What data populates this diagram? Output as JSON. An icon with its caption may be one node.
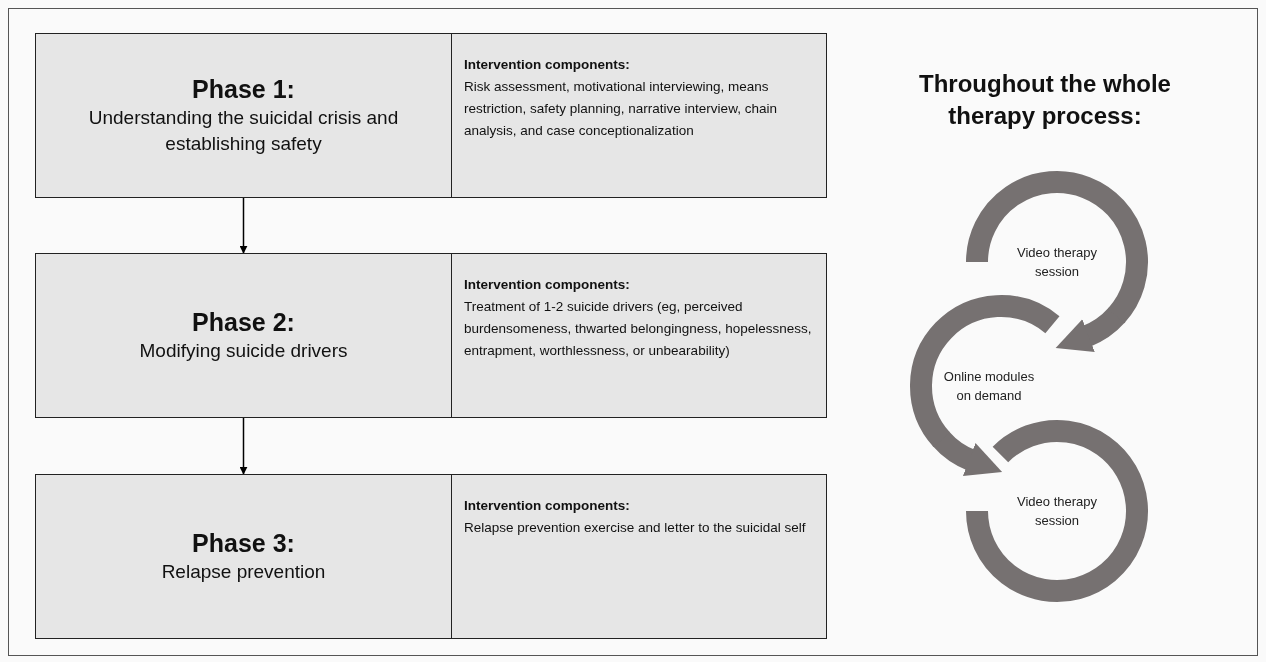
{
  "diagram": {
    "nodes": [
      {
        "text": [
          "Phase 1:",
          "Understanding the suicidal crisis and establishing safety"
        ]
      },
      {
        "text": [
          "Intervention components:",
          "Risk assessment, motivational interviewing, means restriction, safety planning, narrative interview, chain analysis, and case conceptionalization"
        ]
      },
      {
        "text": [
          "Phase 2:",
          "Modifying suicide drivers"
        ]
      },
      {
        "text": [
          "Intervention components:",
          "Treatment of 1-2 suicide drivers (eg, perceived burdensomeness, thwarted belongingness, hopelessness, entrapment, worthlessness, or unbearability)"
        ]
      },
      {
        "text": [
          "Phase 3:",
          "Relapse prevention"
        ]
      },
      {
        "text": [
          "Intervention components:",
          "Relapse prevention exercise and letter to the suicidal self"
        ]
      },
      {
        "text": [
          "Video therapy session"
        ]
      },
      {
        "text": [
          "Online modules on demand"
        ]
      },
      {
        "text": [
          "Video therapy session"
        ]
      }
    ],
    "edges": [
      {
        "from": 0,
        "to": 2,
        "arrow": "to"
      },
      {
        "from": 2,
        "to": 4,
        "arrow": "to"
      },
      {
        "from": 6,
        "to": 7,
        "arrow": "to",
        "style": "thick",
        "color": "#767171"
      },
      {
        "from": 7,
        "to": 8,
        "arrow": "to",
        "style": "thick",
        "color": "#767171"
      }
    ],
    "labels": [
      "Throughout the whole therapy process:"
    ]
  }
}
